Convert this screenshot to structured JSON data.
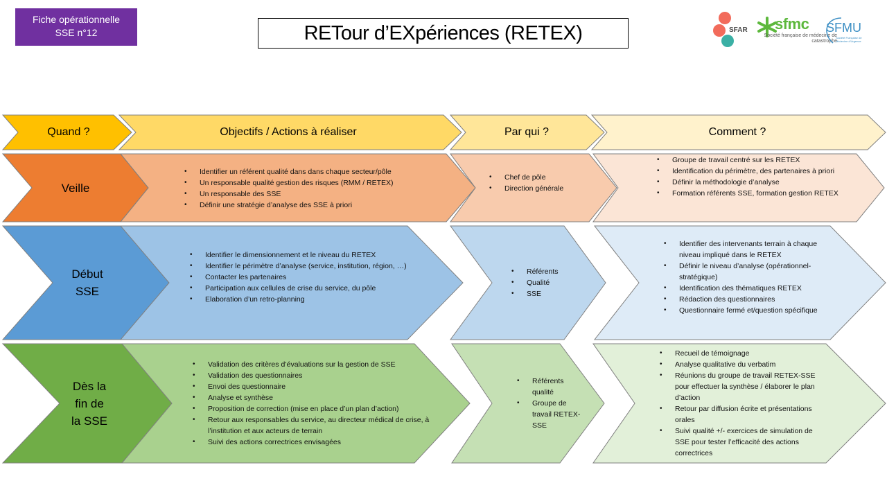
{
  "badge": {
    "line1": "Fiche opérationnelle",
    "line2": "SSE  n°12"
  },
  "title": "RETour d’EXpériences (RETEX)",
  "logos": {
    "sfar": "SFAR",
    "sfmc": "sfmc",
    "sfmc_sub": "Société française de médecine de catastrophe",
    "sfmu": "SFMU",
    "sfmu_sub": "Société Française de Médecine d'Urgence"
  },
  "headers": {
    "quand": "Quand ?",
    "objectifs": "Objectifs / Actions à réaliser",
    "par_qui": "Par qui ?",
    "comment": "Comment ?"
  },
  "rows": [
    {
      "phase_lines": [
        "Veille"
      ],
      "objectifs": [
        "Identifier un référent qualité dans dans chaque  secteur/pôle",
        "Un responsable qualité gestion des risques (RMM / RETEX)",
        "Un responsable des SSE",
        "Définir une stratégie d’analyse des SSE à priori"
      ],
      "par_qui": [
        "Chef de pôle",
        "Direction générale"
      ],
      "comment": [
        "Groupe de travail centré sur les RETEX",
        "Identification du périmètre, des partenaires à priori",
        "Définir la méthodologie d’analyse",
        "Formation référents SSE, formation gestion RETEX"
      ]
    },
    {
      "phase_lines": [
        "Début",
        "SSE"
      ],
      "objectifs": [
        "Identifier le dimensionnement et le niveau du RETEX",
        "Identifier le périmètre d’analyse (service, institution, région, …)",
        "Contacter les partenaires",
        "Participation aux cellules de crise du service, du pôle",
        "Elaboration d’un retro-planning"
      ],
      "par_qui": [
        "Référents",
        "Qualité",
        "SSE"
      ],
      "comment": [
        "Identifier des intervenants terrain à chaque niveau impliqué dans le RETEX",
        "Définir le niveau d’analyse (opérationnel-stratégique)",
        "Identification des thématiques RETEX",
        "Rédaction des questionnaires",
        "Questionnaire fermé et/question spécifique"
      ]
    },
    {
      "phase_lines": [
        "Dès la",
        "fin de",
        "la SSE"
      ],
      "objectifs": [
        "Validation des critères d’évaluations sur la gestion de SSE",
        "Validation des questionnaires",
        "Envoi des questionnaire",
        "Analyse et synthèse",
        "Proposition de correction (mise en place d’un plan d’action)",
        "Retour aux responsables du service, au directeur médical de crise, à l’institution et aux acteurs de terrain",
        "Suivi des actions correctrices envisagées"
      ],
      "par_qui": [
        "Référents qualité",
        "Groupe de travail RETEX-SSE"
      ],
      "comment": [
        "Recueil de témoignage",
        "Analyse qualitative du verbatim",
        "Réunions du groupe de travail RETEX-SSE pour effectuer la synthèse / élaborer le plan d’action",
        "Retour par diffusion écrite et présentations orales",
        "Suivi qualité +/- exercices de simulation de SSE pour tester l’efficacité des actions correctrices"
      ]
    }
  ],
  "colors": {
    "badge": "#7030a0",
    "header_quand": "#ffc000",
    "header_objectifs": "#ffd966",
    "header_par_qui": "#ffe699",
    "header_comment": "#fff2cc",
    "veille_phase": "#ed7d31",
    "veille_objectifs": "#f4b183",
    "veille_par_qui": "#f8cbad",
    "veille_comment": "#fbe5d6",
    "debut_phase": "#5b9bd5",
    "debut_objectifs": "#9dc3e6",
    "debut_par_qui": "#bdd7ee",
    "debut_comment": "#deebf7",
    "fin_phase": "#70ad47",
    "fin_objectifs": "#a9d18e",
    "fin_par_qui": "#c5e0b4",
    "fin_comment": "#e2f0d9"
  }
}
